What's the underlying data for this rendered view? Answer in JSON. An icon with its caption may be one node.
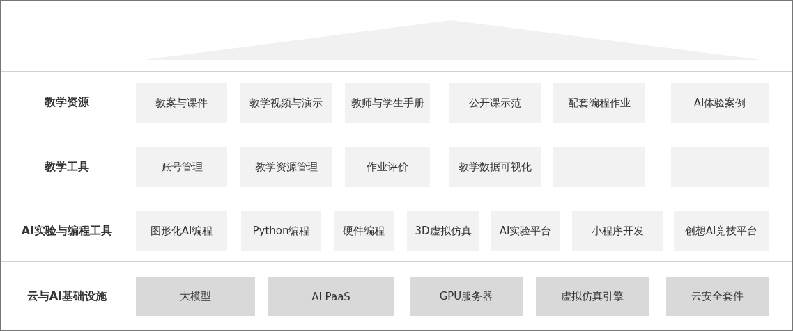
{
  "diagram": {
    "nodes": [
      {
        "text": [
          "教学资源"
        ]
      },
      {
        "text": [
          "教案与课件"
        ],
        "in": 0
      },
      {
        "text": [
          "教学视频与演示"
        ],
        "in": 0
      },
      {
        "text": [
          "教师与学生手册"
        ],
        "in": 0
      },
      {
        "text": [
          "公开课示范"
        ],
        "in": 0
      },
      {
        "text": [
          "配套编程作业"
        ],
        "in": 0
      },
      {
        "text": [
          "AI体验案例"
        ],
        "in": 0
      },
      {
        "text": [
          "教学工具"
        ]
      },
      {
        "text": [
          "账号管理"
        ],
        "in": 7
      },
      {
        "text": [
          "教学资源管理"
        ],
        "in": 7
      },
      {
        "text": [
          "作业评价"
        ],
        "in": 7
      },
      {
        "text": [
          "教学数据可视化"
        ],
        "in": 7
      },
      {
        "text": [],
        "shape": "box",
        "in": 7
      },
      {
        "text": [],
        "shape": "box",
        "in": 7
      },
      {
        "text": [
          "AI实验与编程工具"
        ]
      },
      {
        "text": [
          "图形化AI编程"
        ],
        "in": 14
      },
      {
        "text": [
          "Python编程"
        ],
        "in": 14
      },
      {
        "text": [
          "硬件编程"
        ],
        "in": 14
      },
      {
        "text": [
          "3D虚拟仿真"
        ],
        "in": 14
      },
      {
        "text": [
          "AI实验平台"
        ],
        "in": 14
      },
      {
        "text": [
          "小程序开发"
        ],
        "in": 14
      },
      {
        "text": [
          "创想AI竞技平台"
        ],
        "in": 14
      },
      {
        "text": [
          "云与AI基础设施"
        ]
      },
      {
        "text": [
          "大模型"
        ],
        "in": 22
      },
      {
        "text": [
          "AI PaaS"
        ],
        "in": 22
      },
      {
        "text": [
          "GPU服务器"
        ],
        "in": 22
      },
      {
        "text": [
          "虚拟仿真引擎"
        ],
        "in": 22
      },
      {
        "text": [
          "云安全套件"
        ],
        "in": 22
      }
    ],
    "edges": []
  }
}
